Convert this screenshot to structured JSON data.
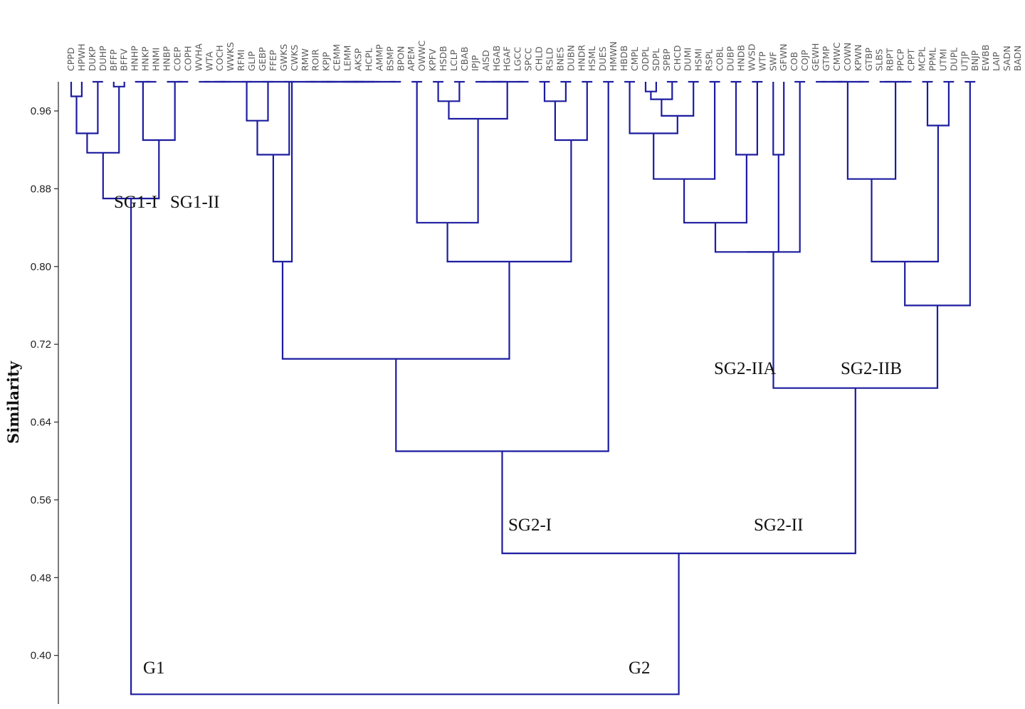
{
  "chart_data": {
    "type": "dendrogram",
    "ylabel": "Similarity",
    "ylim": [
      0.35,
      0.99
    ],
    "yticks": [
      "0.96",
      "0.88",
      "0.80",
      "0.72",
      "0.64",
      "0.56",
      "0.48",
      "0.40"
    ],
    "branch_color": "#1c1ca0",
    "leaves": [
      "CPPD",
      "HPWH",
      "DUKP",
      "DUHP",
      "BFFP",
      "BFFV",
      "HNHP",
      "HNKP",
      "HNMI",
      "HNBP",
      "COEP",
      "COPH",
      "WVHA",
      "WTA",
      "COCH",
      "WWKS",
      "RFMI",
      "GLIP",
      "GEBP",
      "FFEP",
      "GWKS",
      "CWKS",
      "RMW",
      "ROIR",
      "KPJP",
      "CEMM",
      "LEMM",
      "AKSP",
      "HCPL",
      "AMMP",
      "BSMP",
      "BPON",
      "APEM",
      "OWWC",
      "KPFV",
      "HSDB",
      "LCLP",
      "CBAB",
      "IPJP",
      "AISD",
      "HGAB",
      "HGAF",
      "LGCC",
      "SPCC",
      "CHLD",
      "RSLD",
      "BNES",
      "DUBN",
      "HNDR",
      "HSML",
      "DUES",
      "HMWN",
      "HBDB",
      "CMPL",
      "ODPL",
      "SDPL",
      "SPBP",
      "CHCD",
      "DUMI",
      "HSMI",
      "RSPL",
      "COBL",
      "DUBP",
      "HNDB",
      "WVSD",
      "WTP",
      "SWF",
      "GFWN",
      "COB",
      "COJP",
      "GEWH",
      "GTMP",
      "CMWC",
      "COWN",
      "KPWN",
      "GTBP",
      "SLBS",
      "RBPT",
      "PPCP",
      "CPPT",
      "MCPL",
      "PPML",
      "UTMI",
      "DUPL",
      "UTJP",
      "BNJP",
      "EWBB",
      "LAIP",
      "SADN",
      "BADN"
    ],
    "group_labels": [
      "SG1-I",
      "SG1-II",
      "SG2-I",
      "SG2-II",
      "SG2-IIA",
      "SG2-IIB",
      "G1",
      "G2"
    ],
    "merges": [
      {
        "a": "L0",
        "b": "L1",
        "h": 0.975
      },
      {
        "a": "L2",
        "b": "L3",
        "h": 0.99
      },
      {
        "a": "M0",
        "b": "M1",
        "h": 0.937
      },
      {
        "a": "L4",
        "b": "L5",
        "h": 0.985
      },
      {
        "a": "M2",
        "b": "M3",
        "h": 0.917
      },
      {
        "a": "L7",
        "b": "L8",
        "h": 0.99
      },
      {
        "a": "L6",
        "b": "M5",
        "h": 0.99
      },
      {
        "a": "L10",
        "b": "L11",
        "h": 0.99
      },
      {
        "a": "L9",
        "b": "M7",
        "h": 0.99
      },
      {
        "a": "M6",
        "b": "M8",
        "h": 0.93
      },
      {
        "a": "M4",
        "b": "M9",
        "h": 0.87
      },
      {
        "a": "L16",
        "b": "L17",
        "h": 0.99
      },
      {
        "a": "L18",
        "b": "L19",
        "h": 0.99
      },
      {
        "a": "M11",
        "b": "M12",
        "h": 0.95
      },
      {
        "a": "L20",
        "b": "L21",
        "h": 0.99
      },
      {
        "a": "M13",
        "b": "M14",
        "h": 0.915
      },
      {
        "a": "L12",
        "b": "L13",
        "h": 0.99
      },
      {
        "a": "L14",
        "b": "L15",
        "h": 0.99
      },
      {
        "a": "L22",
        "b": "L23",
        "h": 0.99
      },
      {
        "a": "L24",
        "b": "L25",
        "h": 0.99
      },
      {
        "a": "L26",
        "b": "L27",
        "h": 0.99
      },
      {
        "a": "L28",
        "b": "L29",
        "h": 0.99
      },
      {
        "a": "L30",
        "b": "L31",
        "h": 0.99
      },
      {
        "a": "M18",
        "b": "M19",
        "h": 0.99
      },
      {
        "a": "M20",
        "b": "M21",
        "h": 0.99
      },
      {
        "a": "M23",
        "b": "M24",
        "h": 0.99
      },
      {
        "a": "M25",
        "b": "M22",
        "h": 0.99
      },
      {
        "a": "M16",
        "b": "M17",
        "h": 0.99
      },
      {
        "a": "M26",
        "b": "M27",
        "h": 0.99
      },
      {
        "a": "M15",
        "b": "M28",
        "h": 0.805
      },
      {
        "a": "L32",
        "b": "L33",
        "h": 0.99
      },
      {
        "a": "L34",
        "b": "L35",
        "h": 0.99
      },
      {
        "a": "L36",
        "b": "L37",
        "h": 0.99
      },
      {
        "a": "M31",
        "b": "M32",
        "h": 0.97
      },
      {
        "a": "L38",
        "b": "L39",
        "h": 0.99
      },
      {
        "a": "L40",
        "b": "L41",
        "h": 0.99
      },
      {
        "a": "M34",
        "b": "M35",
        "h": 0.99
      },
      {
        "a": "L42",
        "b": "L43",
        "h": 0.99
      },
      {
        "a": "M36",
        "b": "M37",
        "h": 0.99
      },
      {
        "a": "M33",
        "b": "M38",
        "h": 0.952
      },
      {
        "a": "M30",
        "b": "M39",
        "h": 0.845
      },
      {
        "a": "L44",
        "b": "L45",
        "h": 0.99
      },
      {
        "a": "L46",
        "b": "L47",
        "h": 0.99
      },
      {
        "a": "M41",
        "b": "M42",
        "h": 0.97
      },
      {
        "a": "L48",
        "b": "L49",
        "h": 0.99
      },
      {
        "a": "M43",
        "b": "M44",
        "h": 0.93
      },
      {
        "a": "M40",
        "b": "M45",
        "h": 0.805
      },
      {
        "a": "M29",
        "b": "M46",
        "h": 0.705
      },
      {
        "a": "L50",
        "b": "L51",
        "h": 0.99
      },
      {
        "a": "M47",
        "b": "M48",
        "h": 0.61
      },
      {
        "a": "L52",
        "b": "L53",
        "h": 0.99
      },
      {
        "a": "L54",
        "b": "L55",
        "h": 0.98
      },
      {
        "a": "L56",
        "b": "L57",
        "h": 0.99
      },
      {
        "a": "M51",
        "b": "M52",
        "h": 0.972
      },
      {
        "a": "L58",
        "b": "L59",
        "h": 0.99
      },
      {
        "a": "M53",
        "b": "M54",
        "h": 0.955
      },
      {
        "a": "M50",
        "b": "M55",
        "h": 0.937
      },
      {
        "a": "L60",
        "b": "L61",
        "h": 0.99
      },
      {
        "a": "M56",
        "b": "M57",
        "h": 0.89
      },
      {
        "a": "L62",
        "b": "L63",
        "h": 0.99
      },
      {
        "a": "L64",
        "b": "L65",
        "h": 0.99
      },
      {
        "a": "M59",
        "b": "M60",
        "h": 0.915
      },
      {
        "a": "M58",
        "b": "M61",
        "h": 0.845
      },
      {
        "a": "L66",
        "b": "L67",
        "h": 0.915
      },
      {
        "a": "M62",
        "b": "M63",
        "h": 0.815
      },
      {
        "a": "L68",
        "b": "L69",
        "h": 0.99
      },
      {
        "a": "M64",
        "b": "M65",
        "h": 0.815
      },
      {
        "a": "L70",
        "b": "L71",
        "h": 0.99
      },
      {
        "a": "L72",
        "b": "L73",
        "h": 0.99
      },
      {
        "a": "M67",
        "b": "M68",
        "h": 0.99
      },
      {
        "a": "L74",
        "b": "L75",
        "h": 0.99
      },
      {
        "a": "M69",
        "b": "M70",
        "h": 0.99
      },
      {
        "a": "L76",
        "b": "L77",
        "h": 0.99
      },
      {
        "a": "L78",
        "b": "L79",
        "h": 0.99
      },
      {
        "a": "M72",
        "b": "M73",
        "h": 0.99
      },
      {
        "a": "M71",
        "b": "M74",
        "h": 0.89
      },
      {
        "a": "L80",
        "b": "L81",
        "h": 0.99
      },
      {
        "a": "L82",
        "b": "L83",
        "h": 0.99
      },
      {
        "a": "M76",
        "b": "M77",
        "h": 0.945
      },
      {
        "a": "M75",
        "b": "M78",
        "h": 0.805
      },
      {
        "a": "L84",
        "b": "L85",
        "h": 0.99
      },
      {
        "a": "M79",
        "b": "M80",
        "h": 0.76
      },
      {
        "a": "M66",
        "b": "M81",
        "h": 0.675
      },
      {
        "a": "M49",
        "b": "M82",
        "h": 0.505
      },
      {
        "a": "M10",
        "b": "M83",
        "h": 0.36
      }
    ]
  }
}
